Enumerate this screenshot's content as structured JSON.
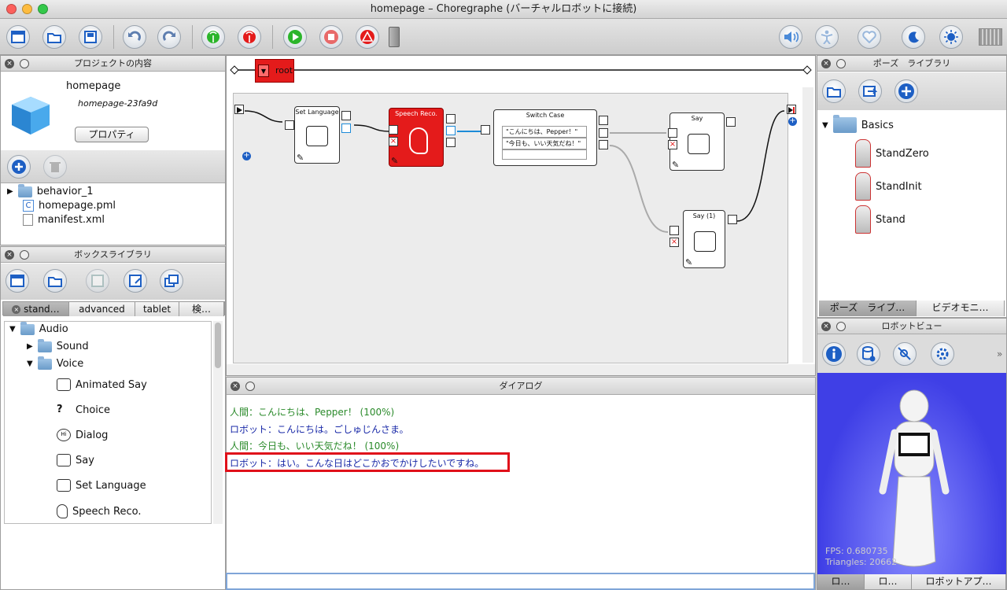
{
  "window": {
    "title": "homepage – Choregraphe (バーチャルロボットに接続)"
  },
  "project": {
    "header": "プロジェクトの内容",
    "name": "homepage",
    "id": "homepage-23fa9d",
    "properties_button": "プロパティ",
    "files": [
      "behavior_1",
      "homepage.pml",
      "manifest.xml"
    ]
  },
  "boxlib": {
    "header": "ボックスライブラリ",
    "tabs": [
      "stand…",
      "advanced",
      "tablet",
      "検…"
    ],
    "tree": [
      "Audio",
      "Sound",
      "Voice",
      "Animated Say",
      "Choice",
      "Dialog",
      "Say",
      "Set Language",
      "Speech Reco."
    ]
  },
  "flow": {
    "root": "root",
    "boxes": {
      "set_language": "Set Language",
      "speech_reco": "Speech Reco.",
      "switch_case": "Switch Case",
      "case1": "\"こんにちは、Pepper！\"",
      "case2": "\"今日も、いい天気だね！\"",
      "say": "Say",
      "say1": "Say (1)"
    }
  },
  "dialog": {
    "header": "ダイアログ",
    "lines": [
      {
        "text": "人間：こんにちは、Pepper！ (100%)",
        "color": "#2a8a2a"
      },
      {
        "text": "ロボット：こんにちは。ごしゅじんさま。",
        "color": "#1a2aa8"
      },
      {
        "text": "人間：今日も、いい天気だね！ (100%)",
        "color": "#2a8a2a"
      },
      {
        "text": "ロボット：はい。こんな日はどこかおでかけしたいですね。",
        "color": "#1a2aa8"
      }
    ],
    "highlight_color": "#e0101a"
  },
  "pose": {
    "header": "ポーズ　ライブラリ",
    "folder": "Basics",
    "items": [
      "StandZero",
      "StandInit",
      "Stand"
    ],
    "tabs": [
      "ポーズ　ライブ…",
      "ビデオモニ…"
    ]
  },
  "robotview": {
    "header": "ロボットビュー",
    "fps": "FPS: 0.680735",
    "triangles": "Triangles: 20662",
    "bottom_tabs": [
      "ロ…",
      "ロ…",
      "ロボットアプ…"
    ]
  },
  "colors": {
    "accent": "#e41b1b",
    "blue_btn": "#1d5fc4"
  }
}
